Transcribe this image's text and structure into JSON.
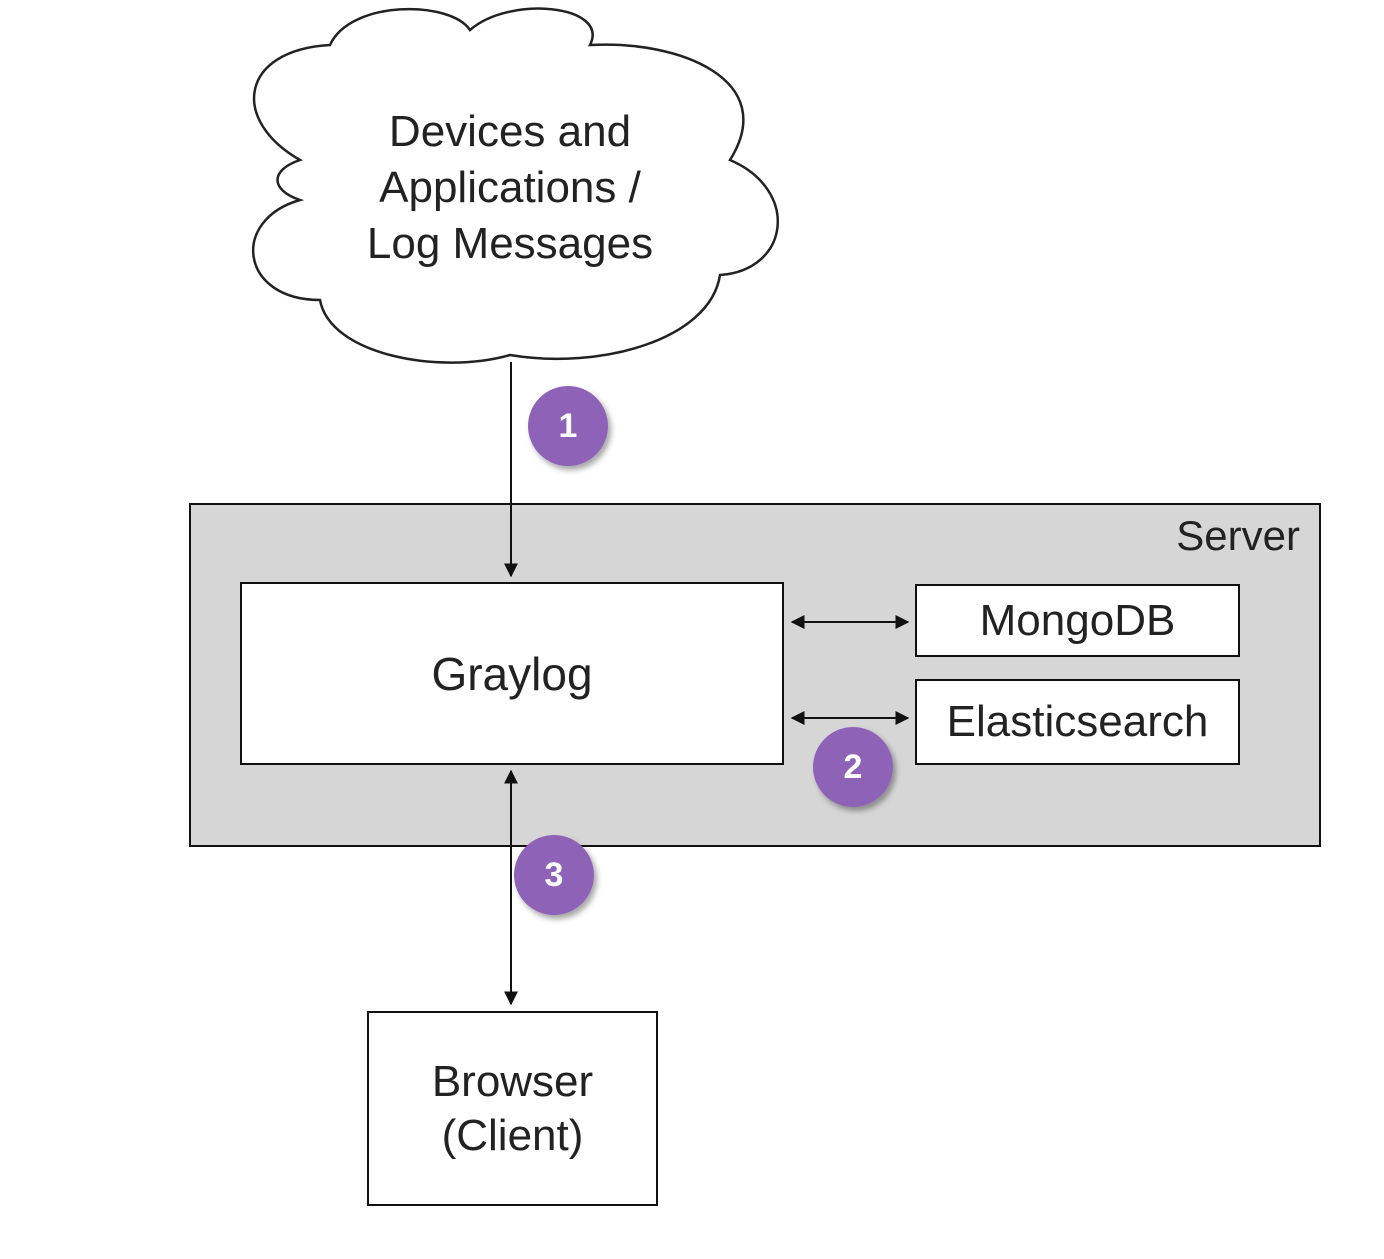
{
  "cloud": {
    "lines": [
      "Devices and",
      "Applications /",
      "Log Messages"
    ]
  },
  "server": {
    "label": "Server"
  },
  "graylog": {
    "label": "Graylog"
  },
  "mongodb": {
    "label": "MongoDB"
  },
  "elasticsearch": {
    "label": "Elasticsearch"
  },
  "browser": {
    "lines": [
      "Browser",
      "(Client)"
    ]
  },
  "steps": [
    "1",
    "2",
    "3"
  ],
  "colors": {
    "server_fill": "#d6d6d6",
    "step_badge": "#8e63b7",
    "line": "#111111",
    "box_fill": "#ffffff"
  }
}
